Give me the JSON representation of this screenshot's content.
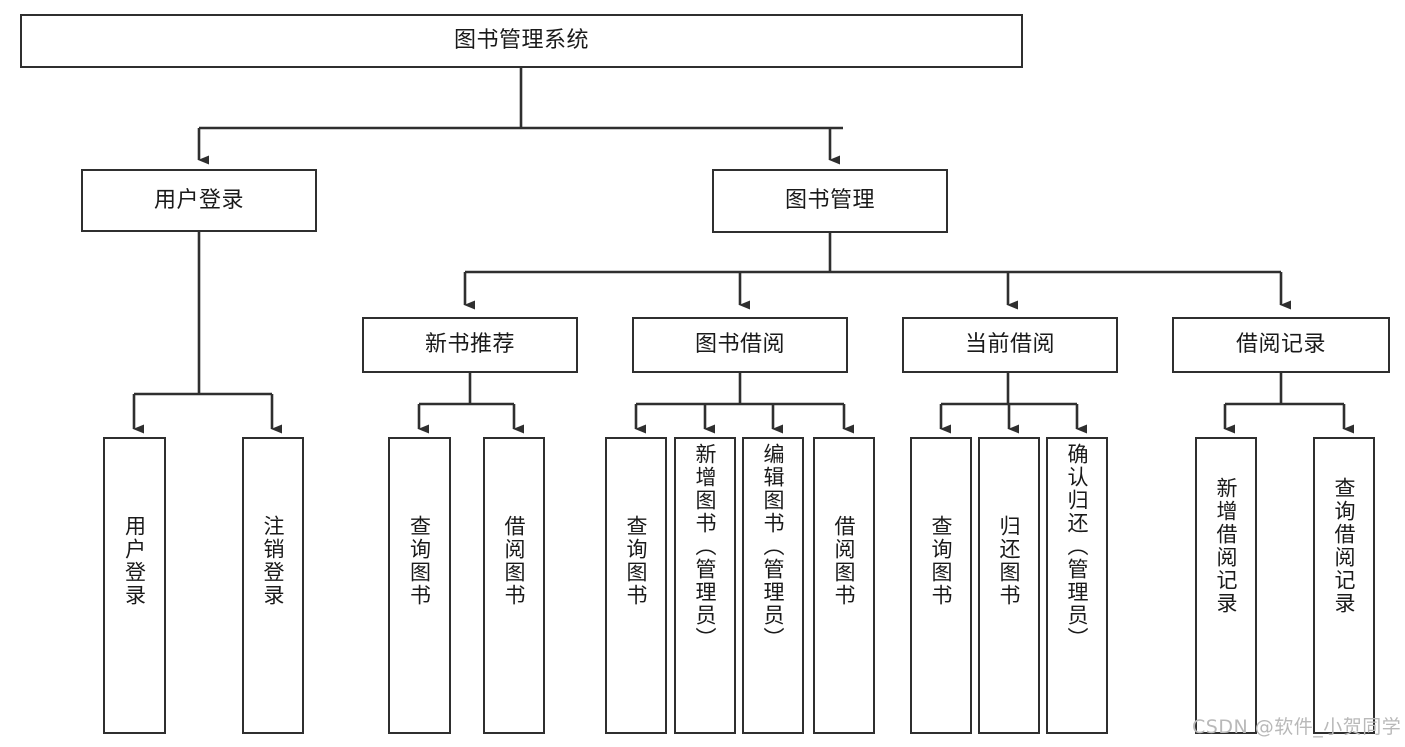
{
  "diagram": {
    "type": "tree",
    "title": "图书管理系统",
    "watermark": "CSDN @软件_小贺同学",
    "colors": {
      "box_border": "#2f2f2f",
      "box_fill": "#ffffff",
      "connector": "#2f2f2f",
      "text": "#1a1a1a",
      "watermark": "#b9b9b9",
      "background": "#ffffff"
    },
    "nodes": {
      "root": {
        "label": "图书管理系统"
      },
      "level2": [
        {
          "label": "用户登录"
        },
        {
          "label": "图书管理"
        }
      ],
      "level3": [
        {
          "label": "新书推荐"
        },
        {
          "label": "图书借阅"
        },
        {
          "label": "当前借阅"
        },
        {
          "label": "借阅记录"
        }
      ],
      "leaves": [
        {
          "label": "用户登录",
          "parent": "用户登录"
        },
        {
          "label": "注销登录",
          "parent": "用户登录"
        },
        {
          "label": "查询图书",
          "parent": "新书推荐"
        },
        {
          "label": "借阅图书",
          "parent": "新书推荐"
        },
        {
          "label": "查询图书",
          "parent": "图书借阅"
        },
        {
          "label": "新增图书（管理员）",
          "parent": "图书借阅"
        },
        {
          "label": "编辑图书（管理员）",
          "parent": "图书借阅"
        },
        {
          "label": "借阅图书",
          "parent": "图书借阅"
        },
        {
          "label": "查询图书",
          "parent": "当前借阅"
        },
        {
          "label": "归还图书",
          "parent": "当前借阅"
        },
        {
          "label": "确认归还（管理员）",
          "parent": "当前借阅"
        },
        {
          "label": "新增借阅记录",
          "parent": "借阅记录"
        },
        {
          "label": "查询借阅记录",
          "parent": "借阅记录"
        }
      ]
    }
  }
}
